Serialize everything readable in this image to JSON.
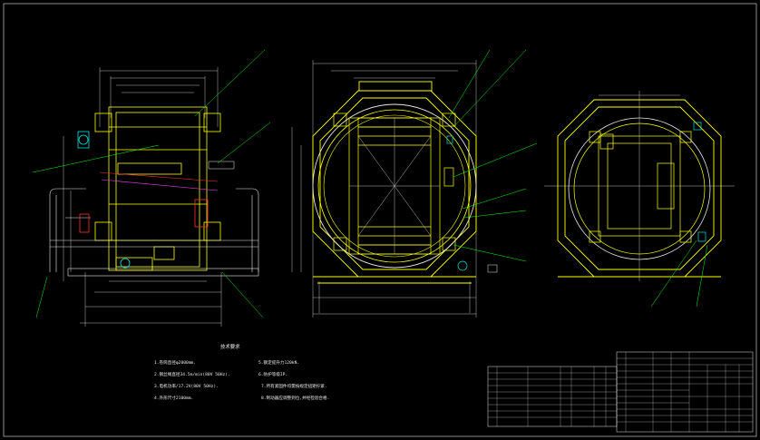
{
  "title_block": {
    "notes_title": "技术要求",
    "notes": [
      "1.卷筒直径φ2000mm.",
      "2.钢丝绳直径34.5m/min(80V 50Hz).",
      "3.电机功率/17.2V(80V 50Hz).",
      "4.外形尺寸2100mm.",
      "5.额定提升力120kN.",
      "6.防护等级IP.",
      "7.所有紧固件均需按规定扭矩拧紧.",
      "8.制动器应调整到位,并经检验合格."
    ]
  },
  "colors": {
    "background": "#000000",
    "frame": "#ffff00",
    "dimension": "#e8e8e8",
    "leader": "#00ff00",
    "accent_cyan": "#00e0e0",
    "accent_magenta": "#ff40ff",
    "accent_red": "#ff3030"
  }
}
